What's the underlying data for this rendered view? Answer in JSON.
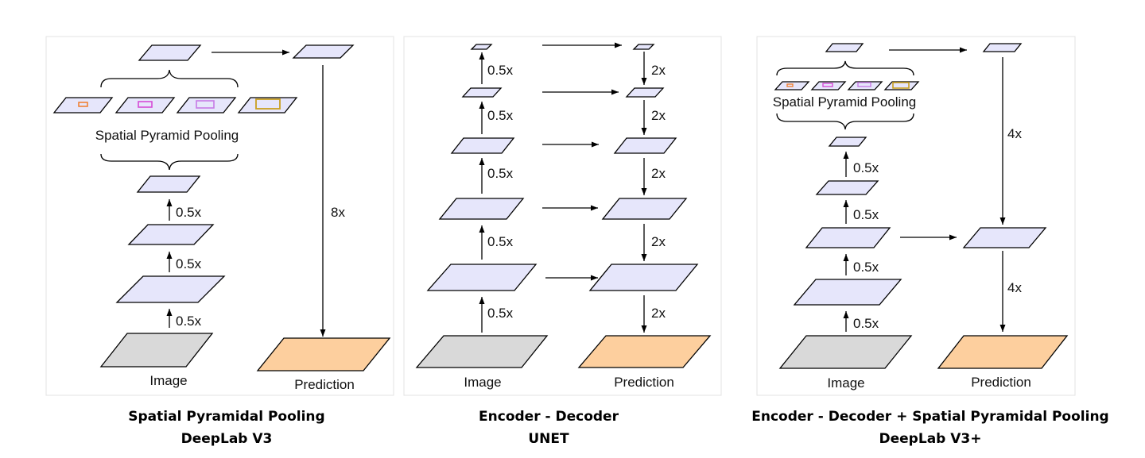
{
  "colors": {
    "feature": "#e6e6fb",
    "image": "#d9d9d9",
    "prediction": "#fdcf9e",
    "stroke": "#000000",
    "panel_border": "#e3e3e3",
    "bin_orange": "#f07c2a",
    "bin_magenta": "#d64cd6",
    "bin_purple": "#c77be6",
    "bin_gold": "#c9a020"
  },
  "panels": [
    {
      "id": "spp",
      "labels": {
        "spp": "Spatial Pyramid Pooling",
        "image": "Image",
        "prediction": "Prediction",
        "down1": "0.5x",
        "down2": "0.5x",
        "down3": "0.5x",
        "up": "8x"
      },
      "caption": [
        "Spatial Pyramidal Pooling",
        "DeepLab V3"
      ]
    },
    {
      "id": "unet",
      "labels": {
        "image": "Image",
        "prediction": "Prediction",
        "down": [
          "0.5x",
          "0.5x",
          "0.5x",
          "0.5x",
          "0.5x"
        ],
        "up": [
          "2x",
          "2x",
          "2x",
          "2x",
          "2x"
        ]
      },
      "caption": [
        "Encoder - Decoder",
        "UNET"
      ]
    },
    {
      "id": "deeplabv3plus",
      "labels": {
        "spp": "Spatial Pyramid Pooling",
        "image": "Image",
        "prediction": "Prediction",
        "down": [
          "0.5x",
          "0.5x",
          "0.5x",
          "0.5x"
        ],
        "up": [
          "4x",
          "4x"
        ]
      },
      "caption": [
        "Encoder - Decoder + Spatial Pyramidal Pooling",
        "DeepLab V3+"
      ]
    }
  ]
}
